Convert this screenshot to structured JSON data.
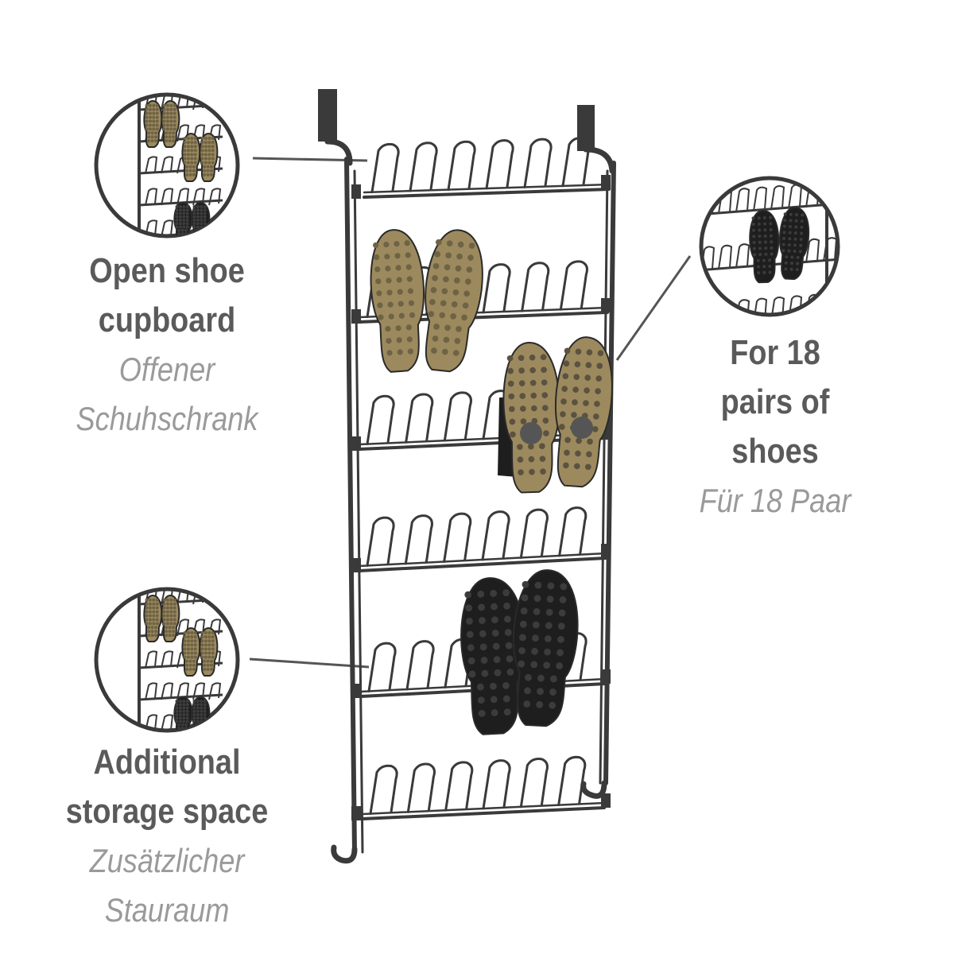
{
  "features": [
    {
      "id": "open-cupboard",
      "title_en_lines": [
        "Open shoe",
        "cupboard"
      ],
      "title_de_lines": [
        "Offener",
        "Schuhschrank"
      ]
    },
    {
      "id": "pairs",
      "title_en_lines": [
        "For 18",
        "pairs of",
        "shoes"
      ],
      "title_de_lines": [
        "Für 18 Paar"
      ]
    },
    {
      "id": "storage",
      "title_en_lines": [
        "Additional",
        "storage space"
      ],
      "title_de_lines": [
        "Zusätzlicher",
        "Stauraum"
      ]
    }
  ],
  "colors": {
    "frame": "#3a3a3a",
    "text_en": "#5a5a5a",
    "text_de": "#9a9a9a",
    "sole_tan": "#9c8a5e",
    "sole_black": "#1e1e1e"
  },
  "icons": [
    "detail-circle",
    "shoe-rack",
    "tan-shoe-pair",
    "black-shoe-pair"
  ]
}
